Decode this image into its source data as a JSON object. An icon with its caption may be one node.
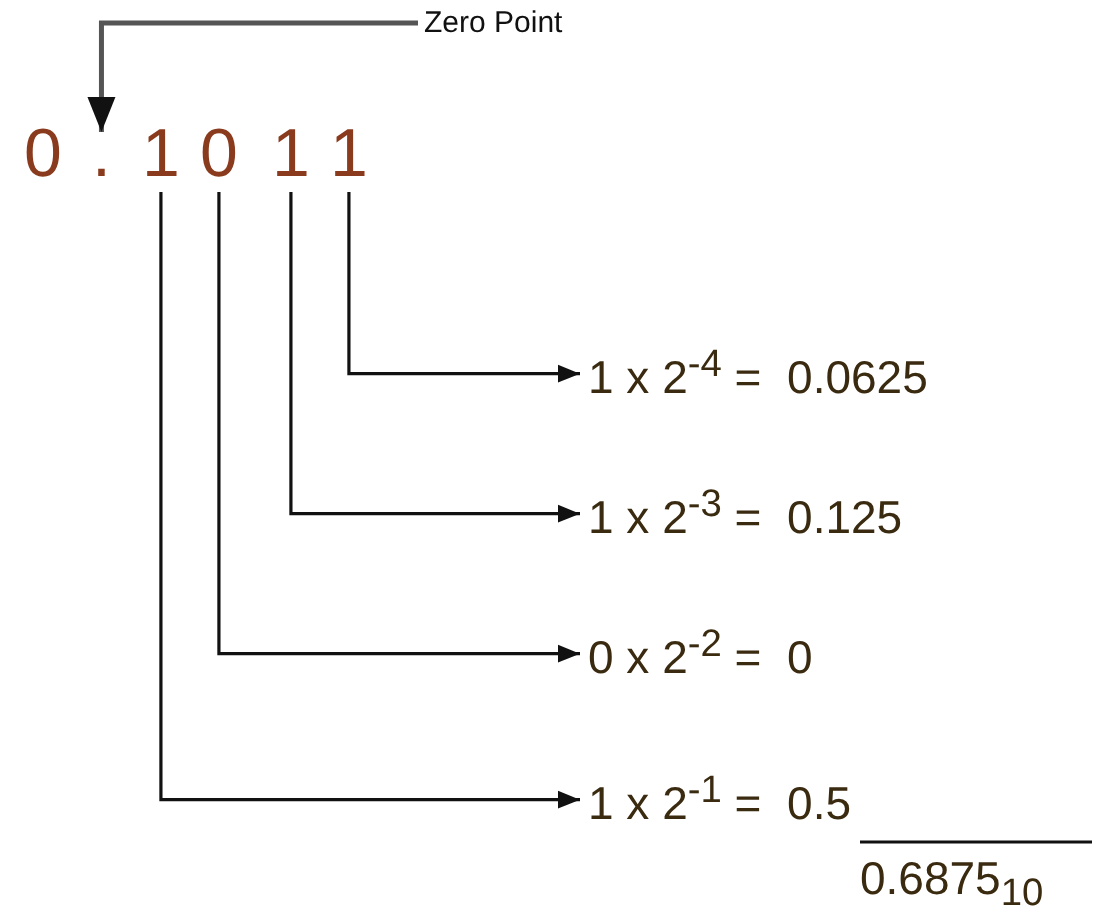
{
  "diagram": {
    "nodes": [
      {
        "text": [
          "Zero Point"
        ]
      },
      {
        "text": [
          "."
        ]
      },
      {
        "text": [
          "1"
        ]
      },
      {
        "text": [
          "0"
        ]
      },
      {
        "text": [
          "1"
        ]
      },
      {
        "text": [
          "1"
        ]
      },
      {
        "text": [
          "1 x 2$^{-4}$ =  0.0625"
        ]
      },
      {
        "text": [
          "1 x 2$^{-3}$ =  0.125"
        ]
      },
      {
        "text": [
          "0 x 2$^{-2}$ =  0"
        ]
      },
      {
        "text": [
          "1 x 2$^{-1}$ =  0.5"
        ]
      }
    ],
    "edges": [
      {
        "from": 0,
        "to": 1,
        "arrow": "to"
      },
      {
        "from": 5,
        "to": 6,
        "arrow": "to"
      },
      {
        "from": 4,
        "to": 7,
        "arrow": "to"
      },
      {
        "from": 3,
        "to": 8,
        "arrow": "to"
      },
      {
        "from": 2,
        "to": 9,
        "arrow": "to"
      }
    ],
    "labels": [
      "0",
      "0.6875$_{10}$"
    ]
  }
}
